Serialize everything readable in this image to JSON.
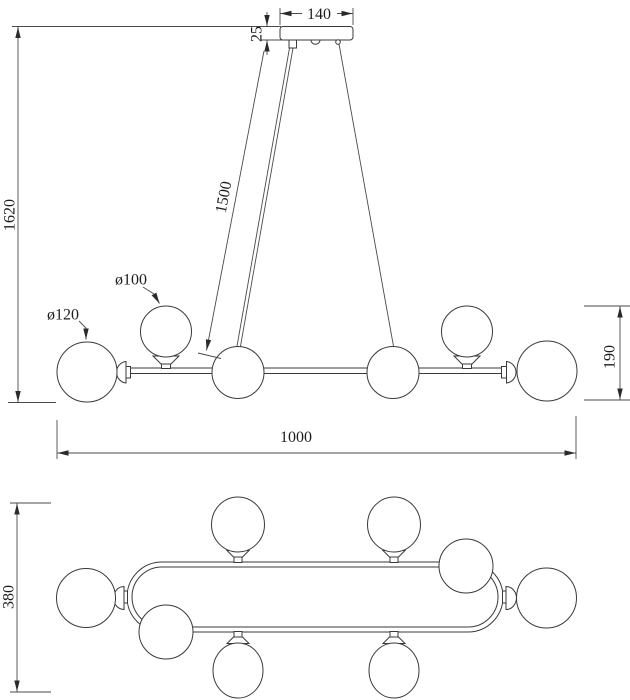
{
  "drawing": {
    "kind": "luminaire-dimension-drawing",
    "background_color": "#ffffff",
    "line_color": "#3a3a3a",
    "views": {
      "front_view": {
        "dimensions": {
          "overall_drop_height": "1620",
          "canopy_width": "140",
          "canopy_height": "25",
          "suspension_wire_length": "1500",
          "large_globe_diameter": "ø120",
          "small_globe_diameter": "ø100",
          "fixture_body_height": "190",
          "fixture_overall_length": "1000"
        }
      },
      "top_view": {
        "dimensions": {
          "fixture_overall_width": "380"
        }
      }
    }
  }
}
